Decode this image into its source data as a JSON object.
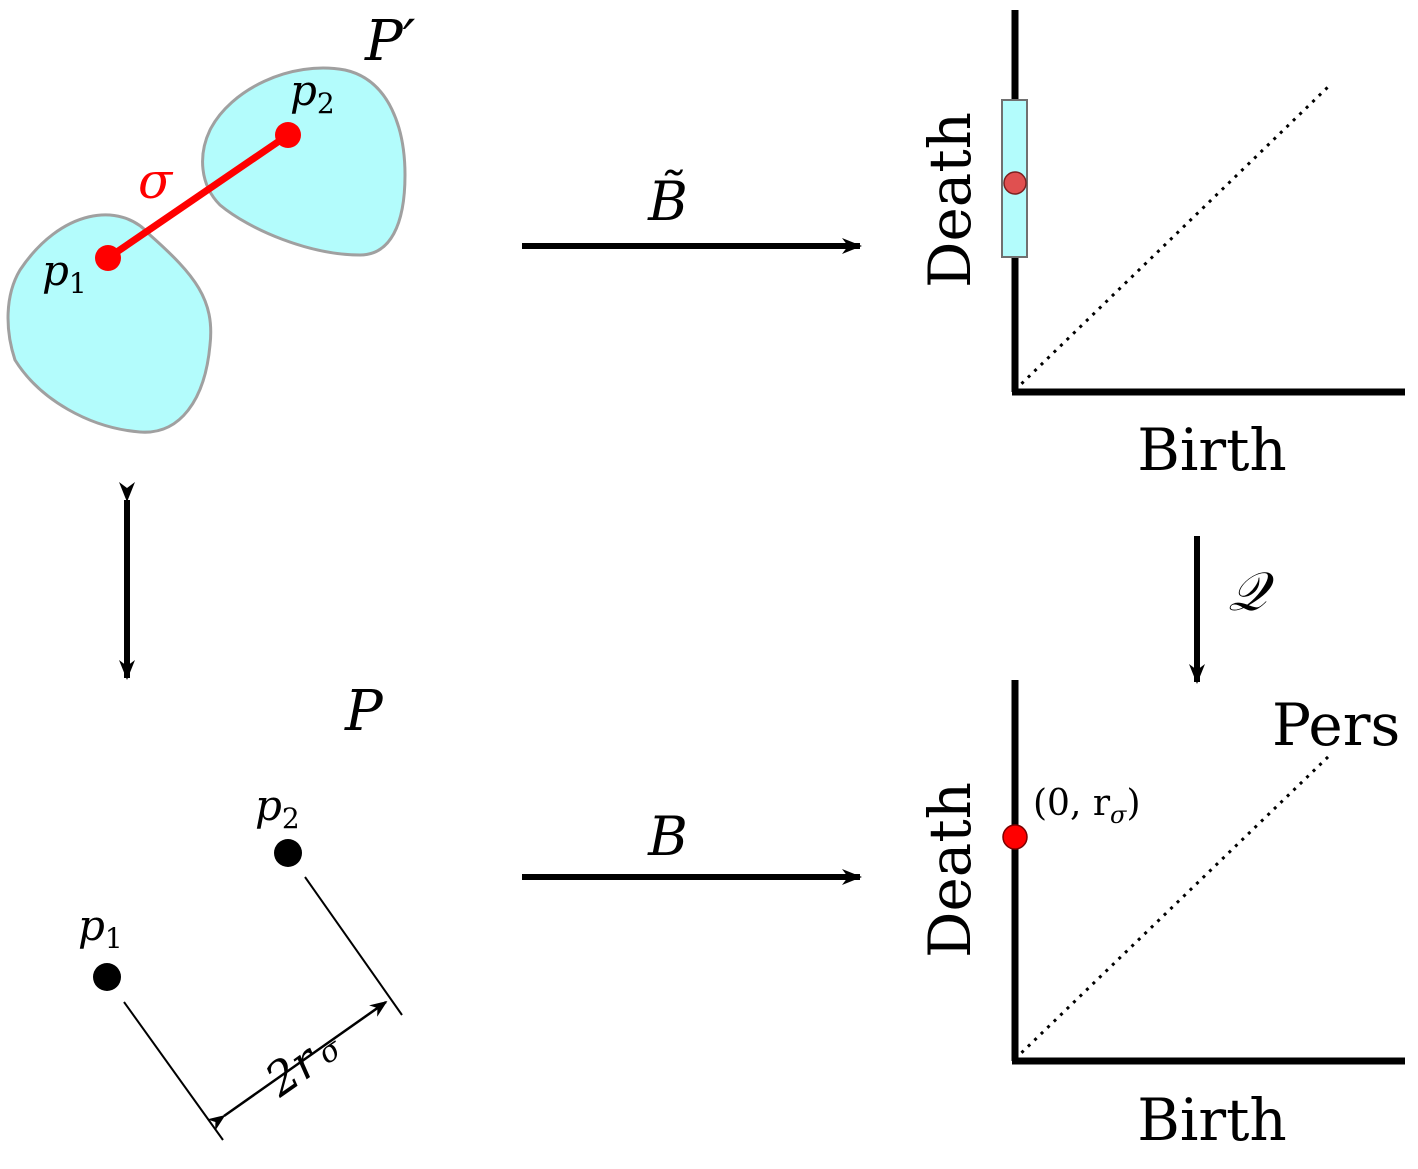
{
  "top_left": {
    "space_label": "P′",
    "point1_label": "p",
    "point1_sub": "1",
    "point2_label": "p",
    "point2_sub": "2",
    "edge_label": "σ",
    "blob_fill": "#b3fcfc",
    "edge_color": "#ff0000"
  },
  "bottom_left": {
    "space_label": "P",
    "point1_label": "p",
    "point1_sub": "1",
    "point2_label": "p",
    "point2_sub": "2",
    "dimension_label": "2r",
    "dimension_sub": "σ"
  },
  "maps": {
    "top_map_label": "B̃",
    "bottom_map_label": "B",
    "quotient_label": "𝒬"
  },
  "diagram_top": {
    "x_axis_label": "Birth",
    "y_axis_label": "Death",
    "interval_fill": "#b3fcfc",
    "point_color": "#e05050"
  },
  "diagram_bottom": {
    "x_axis_label": "Birth",
    "y_axis_label": "Death",
    "diagonal_label": "Pers",
    "point_label": "(0, r",
    "point_label_sub": "σ",
    "point_label_close": ")",
    "point_color": "#ff0000"
  }
}
